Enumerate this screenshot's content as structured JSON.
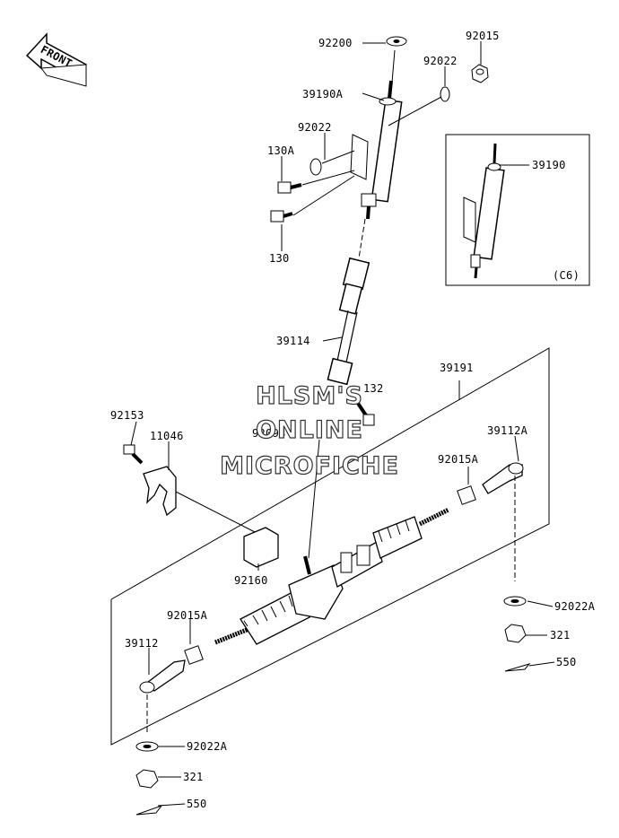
{
  "front_label": "FRONT",
  "inset_variant": "(C6)",
  "watermark": [
    "HLSM'S",
    "ONLINE",
    "MICROFICHE"
  ],
  "parts": {
    "p92200": "92200",
    "p92015_top": "92015",
    "p92022_right": "92022",
    "p39190A": "39190A",
    "p92022_left": "92022",
    "p130A": "130A",
    "p130": "130",
    "p39190": "39190",
    "p39114": "39114",
    "p39191": "39191",
    "p132": "132",
    "p92093": "92093",
    "p92153": "92153",
    "p11046": "11046",
    "p39112A": "39112A",
    "p92015A_right": "92015A",
    "p92160": "92160",
    "p92022A_right": "92022A",
    "p321_right": "321",
    "p550_right": "550",
    "p92015A_left": "92015A",
    "p39112": "39112",
    "p92022A_left": "92022A",
    "p321_left": "321",
    "p550_left": "550"
  }
}
